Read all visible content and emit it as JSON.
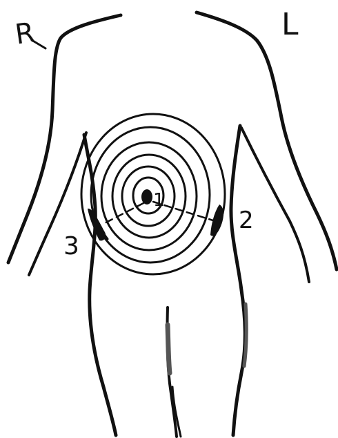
{
  "labels": {
    "right_side": "R",
    "left_side": "L",
    "point_1": "1",
    "point_2": "2",
    "point_3": "3"
  },
  "colors": {
    "ink": "#111111",
    "shadow": "#555555",
    "background": "#ffffff"
  },
  "rings": {
    "count": 6
  }
}
